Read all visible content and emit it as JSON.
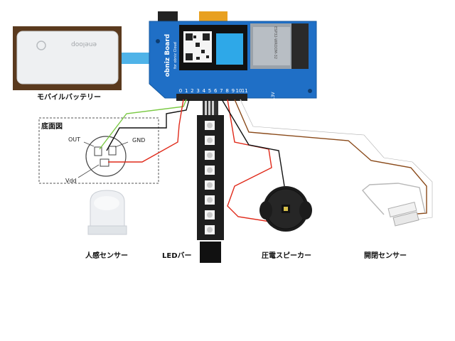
{
  "labels": {
    "battery": "モバイルバッテリー",
    "bottom_view": "底面図",
    "pir_sensor": "人感センサー",
    "led_bar": "LEDバー",
    "buzzer": "圧電スピーカー",
    "door_sensor": "開閉センサー"
  },
  "pinout": {
    "out": "OUT",
    "gnd": "GND",
    "vdd": "Vdd"
  },
  "battery_brand": "eneloop",
  "board": {
    "name": "obniz Board",
    "sub": "for obniz Cloud",
    "module": "ESP32-WROOM-32",
    "pins": [
      "0",
      "1",
      "2",
      "3",
      "4",
      "5",
      "6",
      "7",
      "8",
      "9",
      "10",
      "11"
    ],
    "voltage": "3.3V"
  },
  "colors": {
    "board_blue": "#1f6fc6",
    "wire_green": "#7ac943",
    "wire_black": "#111111",
    "wire_red": "#e02a1a",
    "wire_brown": "#8a4a1a",
    "wire_white": "#c8c8c8",
    "usb_cable": "#4fb3e8"
  }
}
